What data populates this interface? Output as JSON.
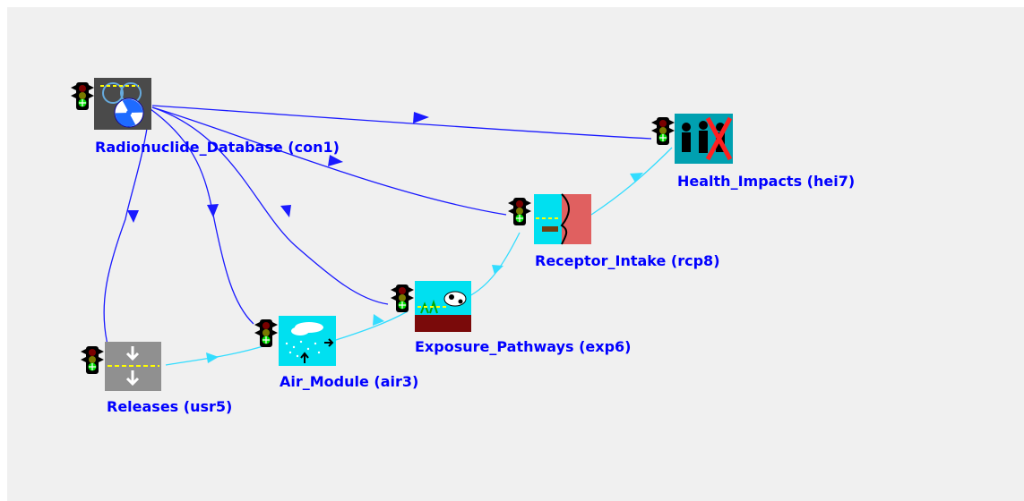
{
  "colors": {
    "background": "#f0f0f0",
    "label": "#0000ff",
    "data_link": "#1a1aff",
    "flow_link": "#33ddff"
  },
  "nodes": [
    {
      "id": "con1",
      "label": "Radionuclide_Database (con1)",
      "icon": "database-radiation-icon"
    },
    {
      "id": "hei7",
      "label": "Health_Impacts (hei7)",
      "icon": "health-impacts-icon"
    },
    {
      "id": "rcp8",
      "label": "Receptor_Intake (rcp8)",
      "icon": "receptor-intake-icon"
    },
    {
      "id": "exp6",
      "label": "Exposure_Pathways (exp6)",
      "icon": "exposure-pathways-icon"
    },
    {
      "id": "air3",
      "label": "Air_Module (air3)",
      "icon": "air-module-icon"
    },
    {
      "id": "usr5",
      "label": "Releases (usr5)",
      "icon": "releases-icon"
    }
  ],
  "links": [
    {
      "from": "con1",
      "to": "hei7",
      "kind": "data"
    },
    {
      "from": "con1",
      "to": "rcp8",
      "kind": "data"
    },
    {
      "from": "con1",
      "to": "exp6",
      "kind": "data"
    },
    {
      "from": "con1",
      "to": "air3",
      "kind": "data"
    },
    {
      "from": "con1",
      "to": "usr5",
      "kind": "data"
    },
    {
      "from": "usr5",
      "to": "air3",
      "kind": "flow"
    },
    {
      "from": "air3",
      "to": "exp6",
      "kind": "flow"
    },
    {
      "from": "exp6",
      "to": "rcp8",
      "kind": "flow"
    },
    {
      "from": "rcp8",
      "to": "hei7",
      "kind": "flow"
    }
  ]
}
